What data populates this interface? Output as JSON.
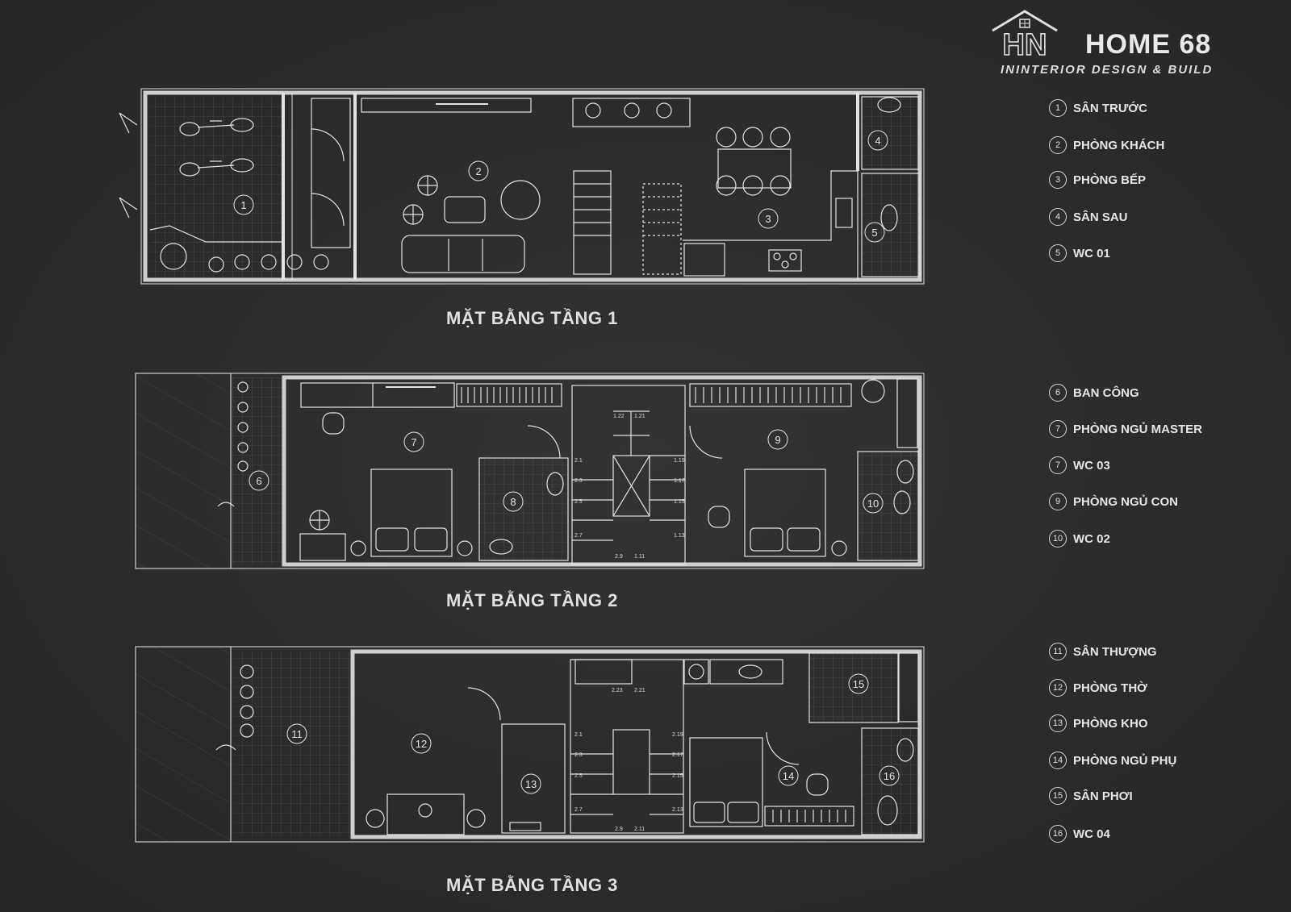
{
  "brand": {
    "name": "HOME 68",
    "tagline": "ININTERIOR DESIGN & BUILD",
    "monogram": "HN"
  },
  "floors": [
    {
      "title": "MẶT BẰNG TẦNG 1",
      "room_markers": [
        "1",
        "2",
        "3",
        "4",
        "5"
      ]
    },
    {
      "title": "MẶT BẰNG TẦNG 2",
      "room_markers": [
        "6",
        "7",
        "8",
        "9",
        "10"
      ],
      "stair_dims_left": [
        "2.1",
        "2.3",
        "2.5",
        "2.7"
      ],
      "stair_dims_right": [
        "1.19",
        "1.17",
        "1.15",
        "1.13"
      ],
      "stair_dims_top": [
        "1.22",
        "1.21"
      ],
      "stair_dims_bottom": [
        "2.9",
        "1.11"
      ]
    },
    {
      "title": "MẶT BẰNG TẦNG 3",
      "room_markers": [
        "11",
        "12",
        "13",
        "14",
        "15",
        "16"
      ],
      "stair_dims_left": [
        "2.1",
        "2.3",
        "2.5",
        "2.7"
      ],
      "stair_dims_right": [
        "2.19",
        "2.17",
        "2.15",
        "2.13"
      ],
      "stair_dims_top": [
        "2.23",
        "2.21"
      ],
      "stair_dims_bottom": [
        "2.9",
        "2.11"
      ]
    }
  ],
  "legend": [
    {
      "num": "1",
      "label": "SÂN TRƯỚC"
    },
    {
      "num": "2",
      "label": "PHÒNG KHÁCH"
    },
    {
      "num": "3",
      "label": "PHÒNG BẾP"
    },
    {
      "num": "4",
      "label": "SÂN SAU"
    },
    {
      "num": "5",
      "label": "WC 01"
    },
    {
      "num": "6",
      "label": "BAN CÔNG"
    },
    {
      "num": "7",
      "label": "PHÒNG NGỦ MASTER"
    },
    {
      "num": "7",
      "label": "WC 03"
    },
    {
      "num": "9",
      "label": "PHÒNG NGỦ CON"
    },
    {
      "num": "10",
      "label": "WC 02"
    },
    {
      "num": "11",
      "label": "SÂN THƯỢNG"
    },
    {
      "num": "12",
      "label": "PHÒNG THỜ"
    },
    {
      "num": "13",
      "label": "PHÒNG KHO"
    },
    {
      "num": "14",
      "label": "PHÒNG NGỦ PHỤ"
    },
    {
      "num": "15",
      "label": "SÂN PHƠI"
    },
    {
      "num": "16",
      "label": "WC 04"
    }
  ],
  "colors": {
    "background": "#2a2a2a",
    "line": "#e6e6e6",
    "wall": "#d4d4d4"
  }
}
